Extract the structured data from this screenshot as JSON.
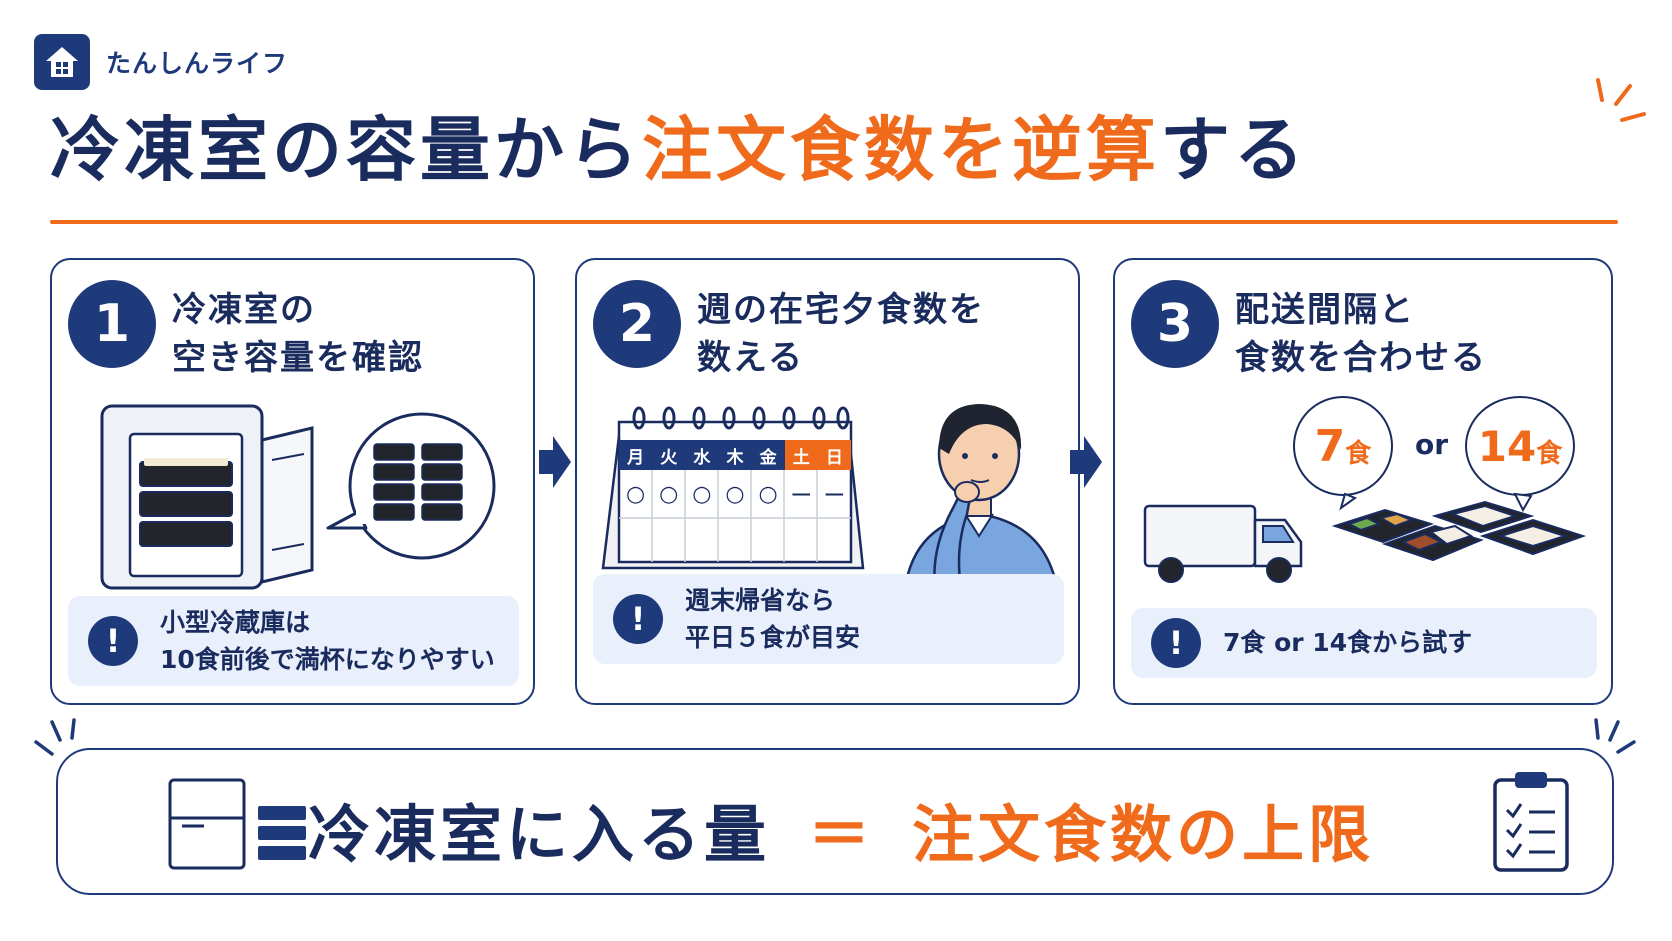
{
  "brand": {
    "name": "たんしんライフ",
    "logo_icon": "house-icon"
  },
  "headline": {
    "part1": "冷凍室の容量から",
    "part2": "注文食数を逆算",
    "part3": "する"
  },
  "colors": {
    "navy": "#1f3a7a",
    "orange": "#f06a1c",
    "light_blue": "#e9f0fb"
  },
  "steps": [
    {
      "number": "1",
      "title_line1": "冷凍室の",
      "title_line2": "空き容量を確認",
      "illustration": "mini-fridge-with-stacked-meal-trays",
      "note_icon": "exclamation-icon",
      "note_line1": "小型冷蔵庫は",
      "note_line2": "10食前後で満杯になりやすい"
    },
    {
      "number": "2",
      "title_line1": "週の在宅夕食数を",
      "title_line2": "数える",
      "illustration": "desk-calendar-and-thinking-man",
      "calendar": {
        "days": [
          "月",
          "火",
          "水",
          "木",
          "金",
          "土",
          "日"
        ],
        "marks": [
          "○",
          "○",
          "○",
          "○",
          "○",
          "ー",
          "ー"
        ]
      },
      "note_icon": "exclamation-icon",
      "note_line1": "週末帰省なら",
      "note_line2": "平日５食が目安"
    },
    {
      "number": "3",
      "title_line1": "配送間隔と",
      "title_line2": "食数を合わせる",
      "illustration": "delivery-truck-and-meal-trays",
      "bubble_a": "7",
      "bubble_b": "14",
      "bubble_unit": "食",
      "or_label": "or",
      "note_icon": "exclamation-icon",
      "note_line1": "7食 or 14食から試す"
    }
  ],
  "summary": {
    "left": "冷凍室に入る量",
    "equals": "＝",
    "right": "注文食数の上限",
    "left_icon": "fridge-and-trays-icon",
    "right_icon": "checklist-clipboard-icon"
  }
}
